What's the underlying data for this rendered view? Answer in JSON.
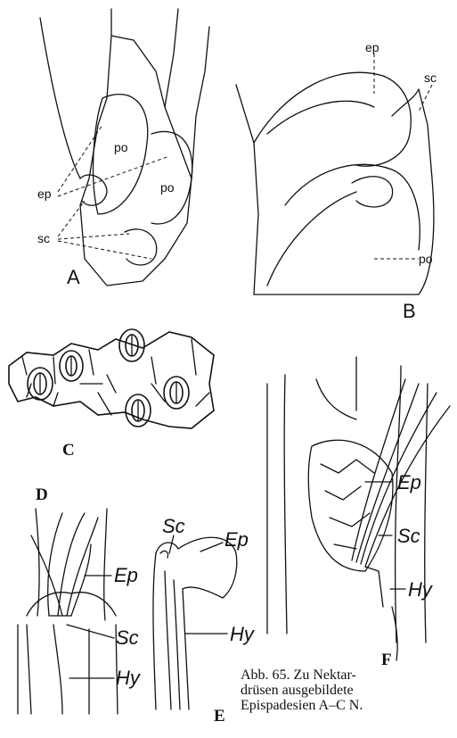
{
  "panel_a": {
    "letter": "A",
    "labels": [
      "po",
      "po",
      "ep",
      "sc"
    ]
  },
  "panel_b": {
    "letter": "B",
    "labels": [
      "ep",
      "sc",
      "po"
    ]
  },
  "panel_c": {
    "letter": "C"
  },
  "panel_d": {
    "letter": "D",
    "labels": [
      "Ep",
      "Sc",
      "Hy"
    ]
  },
  "panel_e": {
    "letter": "E",
    "labels": [
      "Sc",
      "Ep",
      "Hy"
    ]
  },
  "panel_f": {
    "letter": "F",
    "labels": [
      "Ep",
      "Sc",
      "Hy"
    ]
  },
  "caption": {
    "line1": "Abb. 65. Zu Nektar-",
    "line2": "drüsen ausgebildete",
    "line3": "Epispadesien A–C N."
  }
}
